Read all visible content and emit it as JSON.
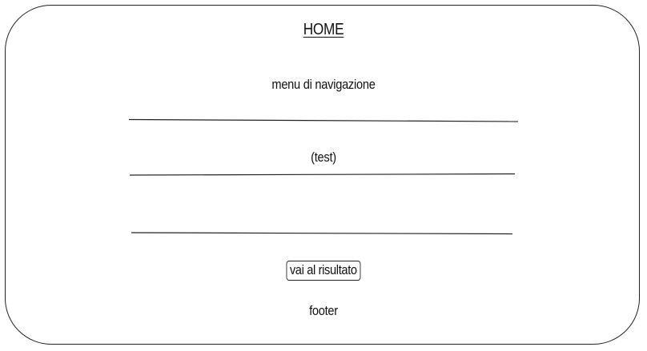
{
  "page": {
    "title": "HOME",
    "navigation_label": "menu di navigazione",
    "test_label": "(test)",
    "result_button_label": "vai al risultato",
    "footer_label": "footer"
  }
}
